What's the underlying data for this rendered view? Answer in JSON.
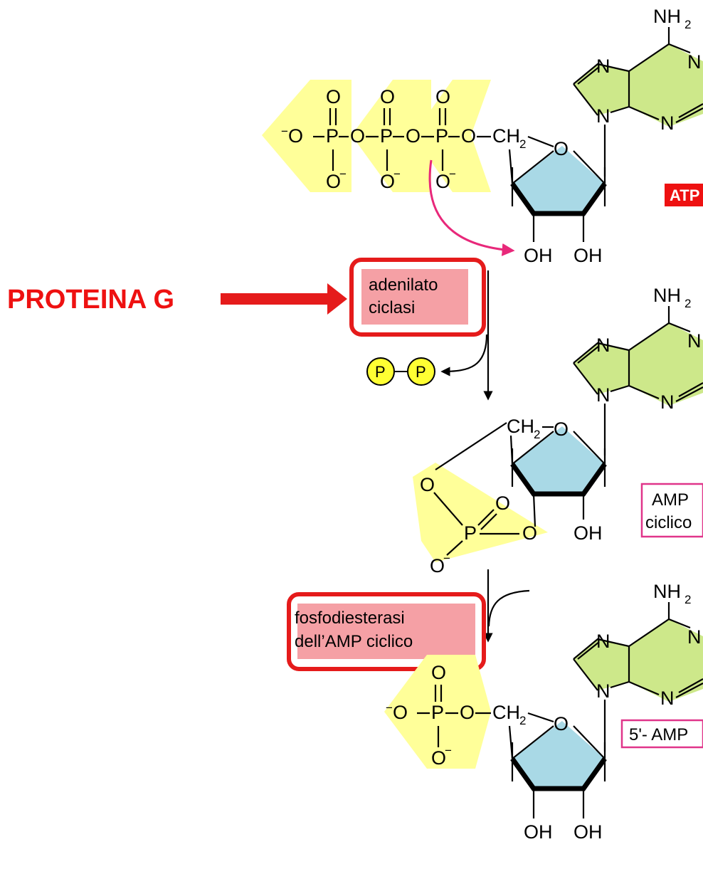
{
  "labels": {
    "proteina_g": "PROTEINA G",
    "adenilato": "adenilato",
    "ciclasi": "ciclasi",
    "fosfo_1": "fosfodiesterasi",
    "fosfo_2": "dell’AMP ciclico",
    "atp": "ATP",
    "amp_1": "AMP",
    "amp_2": "ciclico",
    "amp5": "5'- AMP",
    "pp": "P"
  },
  "atoms": {
    "N": "N",
    "O": "O",
    "P": "P",
    "OH": "OH",
    "NH": "NH",
    "CH": "CH",
    "two": "2",
    "minus": "−"
  },
  "colors": {
    "phosphate_fill": "#ffff99",
    "ribose_fill": "#a9d9e6",
    "adenine_fill": "#cde88a",
    "enzyme_fill": "#f5a0a5",
    "enzyme_border": "#e51b1b",
    "atp_badge": "#ee1111",
    "label_border": "#e0358a",
    "magenta_arrow": "#e8287a",
    "red_arrow": "#e51b1b",
    "pp_ball": "#ffff33"
  }
}
